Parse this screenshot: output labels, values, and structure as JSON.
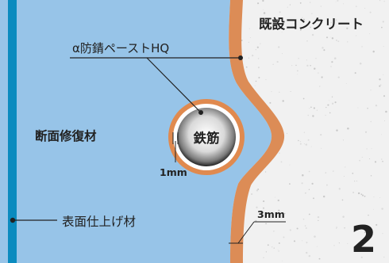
{
  "labels": {
    "concrete": "既設コンクリート",
    "paste": "α防錆ペーストHQ",
    "repair": "断面修復材",
    "rebar": "鉄筋",
    "thin": "1mm",
    "thick": "3mm",
    "finish": "表面仕上げ材",
    "figure_number": "2"
  },
  "colors": {
    "repair_material": "#97c4e8",
    "paste_layer": "#dc8c56",
    "finish_strip": "#0a8bbf",
    "concrete": "#f1f1f1",
    "rebar_ring": "#e08a4f"
  }
}
